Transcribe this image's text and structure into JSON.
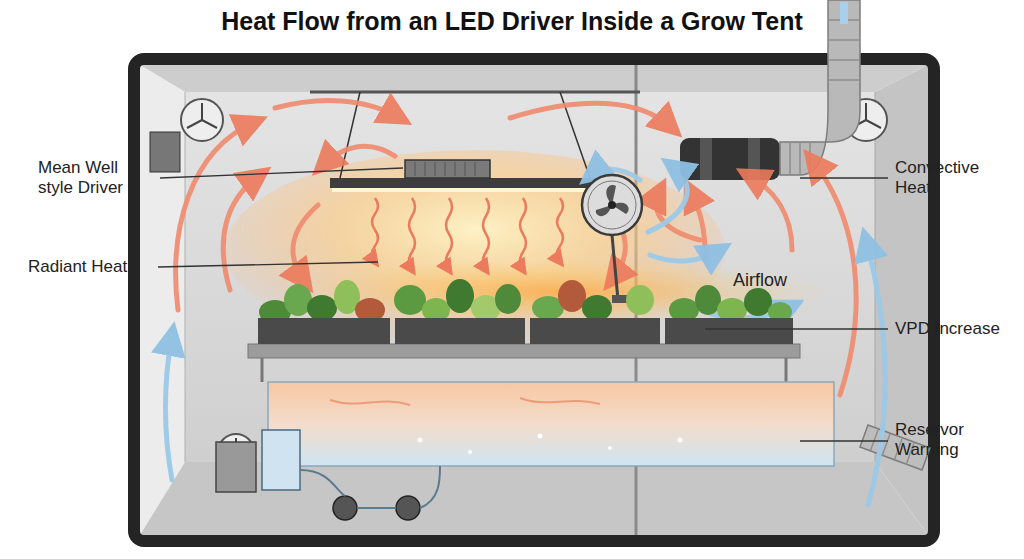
{
  "diagram": {
    "title": "Heat Flow from an LED Driver Inside a Grow Tent",
    "labels": [
      "Mean Well style Driver",
      "Radiant Heat",
      "Convective Heat",
      "Airflow",
      "VPD Increase",
      "Reservor Warmng"
    ]
  }
}
